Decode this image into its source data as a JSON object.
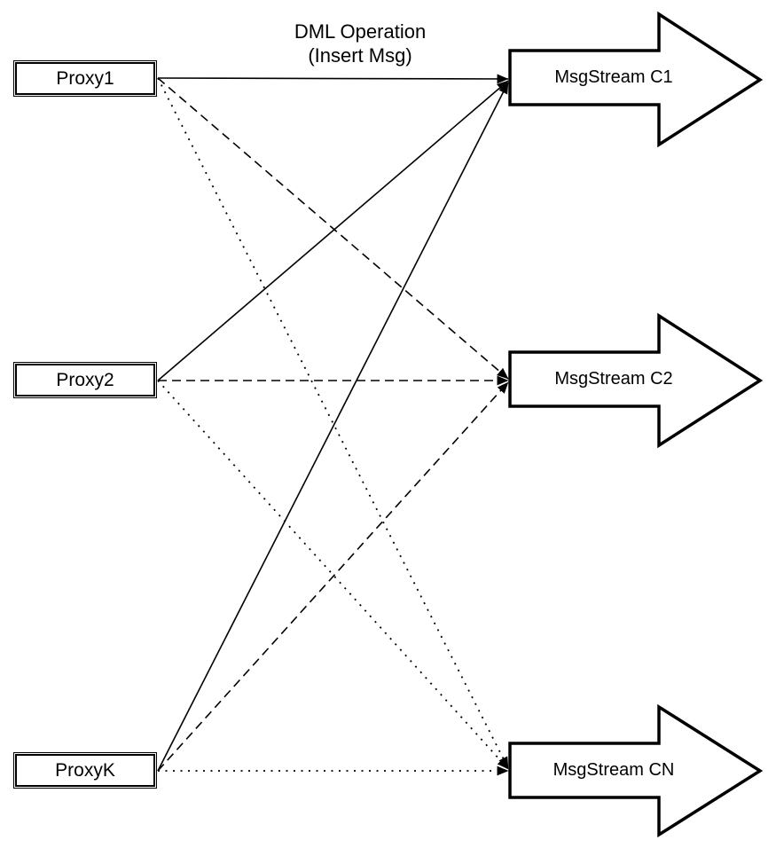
{
  "diagram": {
    "annotation": {
      "line1": "DML Operation",
      "line2": "(Insert Msg)"
    },
    "proxies": [
      {
        "id": "proxy1",
        "label": "Proxy1"
      },
      {
        "id": "proxy2",
        "label": "Proxy2"
      },
      {
        "id": "proxyk",
        "label": "ProxyK"
      }
    ],
    "streams": [
      {
        "id": "msgstream-c1",
        "label": "MsgStream C1"
      },
      {
        "id": "msgstream-c2",
        "label": "MsgStream C2"
      },
      {
        "id": "msgstream-cn",
        "label": "MsgStream CN"
      }
    ],
    "edges": [
      {
        "from": "Proxy1",
        "to": "MsgStream C1",
        "style": "solid"
      },
      {
        "from": "Proxy2",
        "to": "MsgStream C1",
        "style": "solid"
      },
      {
        "from": "ProxyK",
        "to": "MsgStream C1",
        "style": "solid"
      },
      {
        "from": "Proxy1",
        "to": "MsgStream C2",
        "style": "dashed"
      },
      {
        "from": "Proxy2",
        "to": "MsgStream C2",
        "style": "dashed"
      },
      {
        "from": "ProxyK",
        "to": "MsgStream C2",
        "style": "dashed"
      },
      {
        "from": "Proxy1",
        "to": "MsgStream CN",
        "style": "dotted"
      },
      {
        "from": "Proxy2",
        "to": "MsgStream CN",
        "style": "dotted"
      },
      {
        "from": "ProxyK",
        "to": "MsgStream CN",
        "style": "dotted"
      }
    ],
    "colors": {
      "line": "#000000",
      "fill": "#ffffff",
      "text": "#000000"
    }
  }
}
